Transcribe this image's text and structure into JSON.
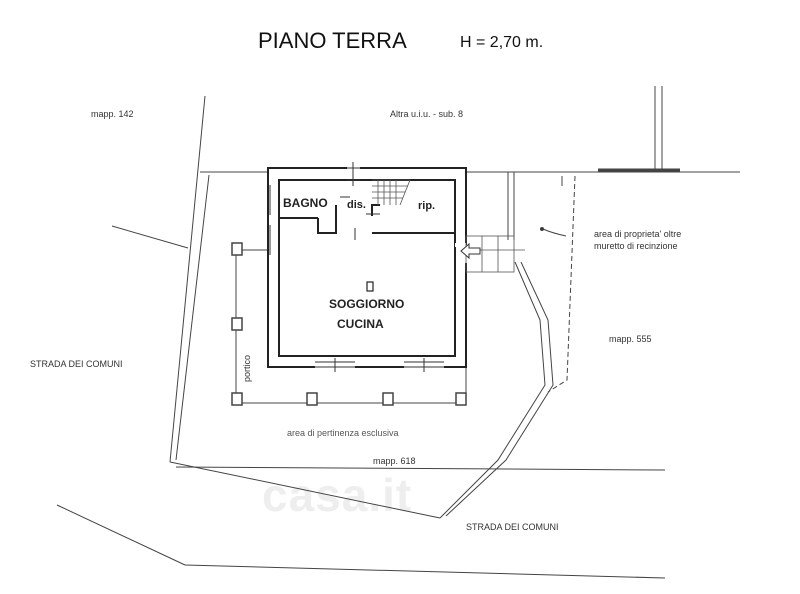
{
  "header": {
    "title": "PIANO TERRA",
    "height_label": "H = 2,70 m."
  },
  "labels": {
    "mapp_142": "mapp. 142",
    "other_unit": "Altra u.i.u. - sub. 8",
    "property_area_1": "area di proprieta' oltre",
    "property_area_2": "muretto di recinzione",
    "mapp_555": "mapp. 555",
    "road_west": "STRADA DEI COMUNI",
    "portico": "portico",
    "exclusive_area": "area di pertinenza esclusiva",
    "mapp_618": "mapp. 618",
    "road_south": "STRADA DEI COMUNI"
  },
  "rooms": {
    "bagno": "BAGNO",
    "dis": "dis.",
    "rip": "rip.",
    "living_1": "SOGGIORNO",
    "living_2": "CUCINA"
  },
  "watermark": "casa.it"
}
